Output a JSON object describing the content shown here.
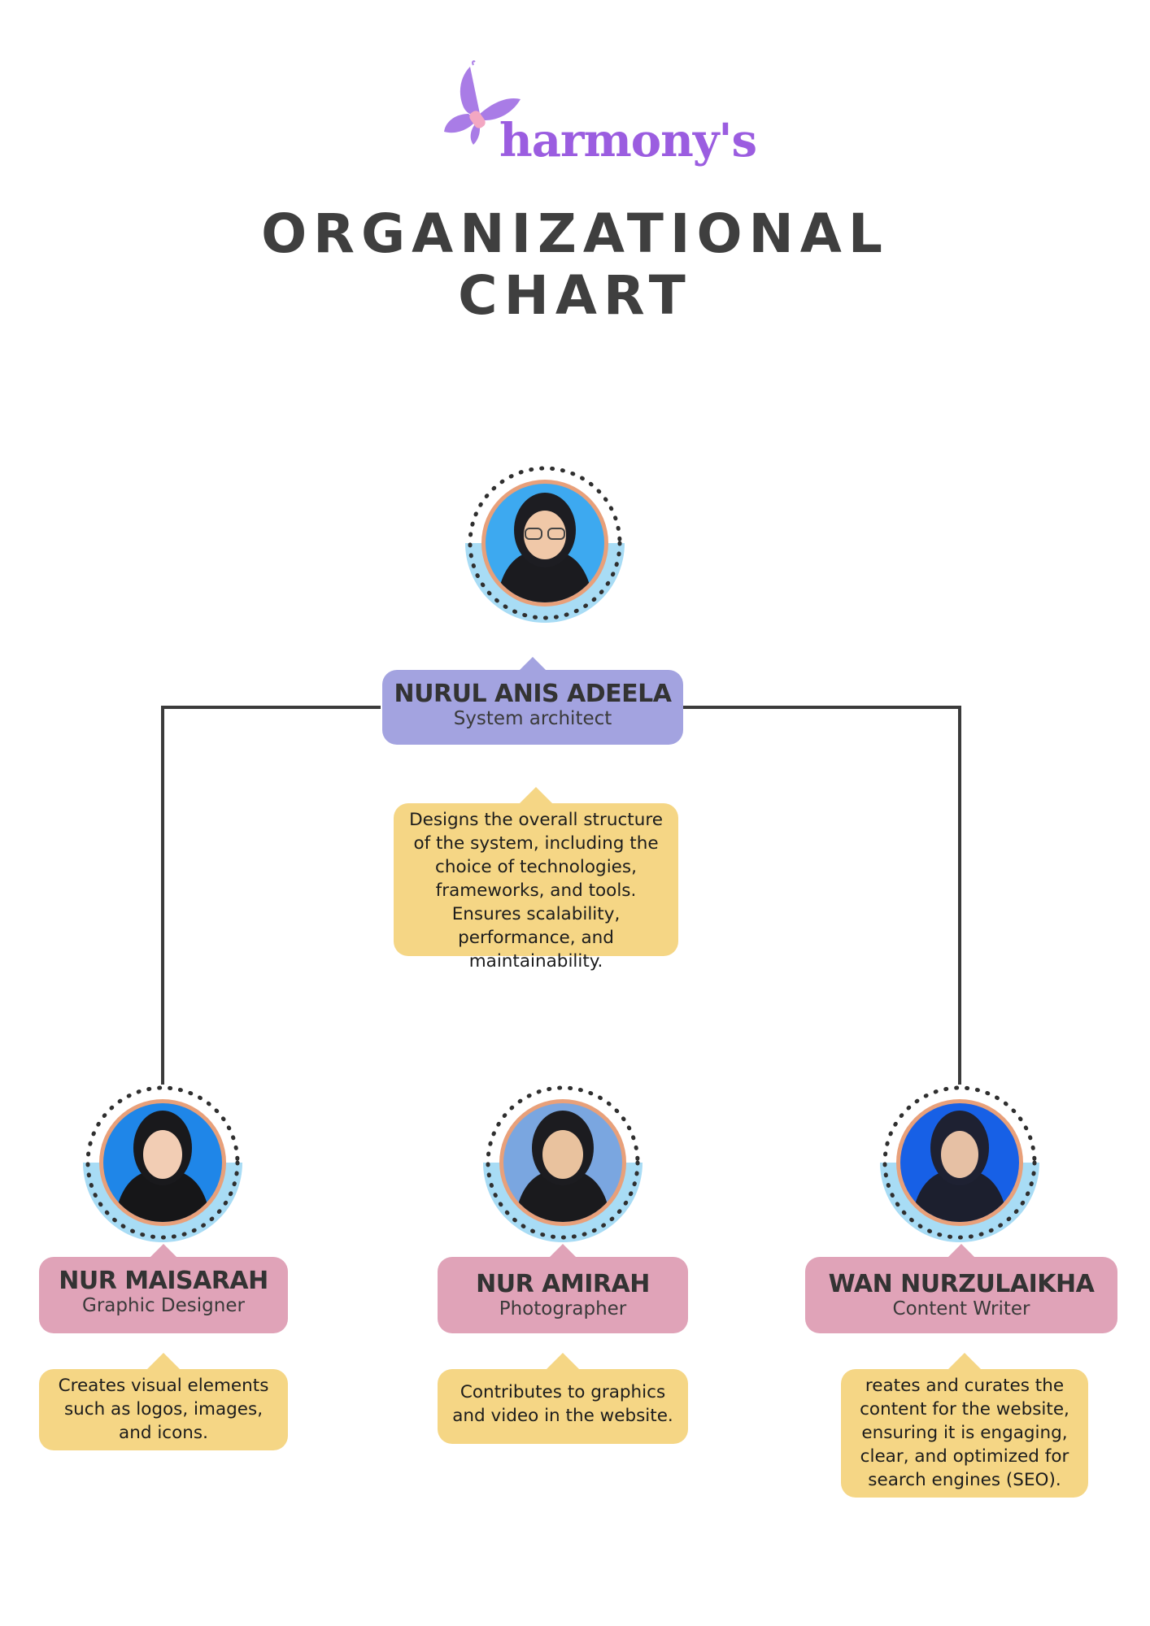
{
  "brand": {
    "name": "harmony's",
    "logo_icon": "butterfly-icon",
    "color": "#9b5de0"
  },
  "title": {
    "line1": "ORGANIZATIONAL",
    "line2": "CHART"
  },
  "colors": {
    "head_card": "#a3a3e0",
    "member_card": "#e0a3b8",
    "description": "#f5d685",
    "avatar_ring": "#e8a07a",
    "avatar_arc": "#a8dcf5",
    "connector": "#3b3b3b"
  },
  "head": {
    "name": "NURUL ANIS ADEELA",
    "role": "System architect",
    "description": "Designs the overall structure of the system, including the choice of technologies, frameworks, and tools. Ensures scalability, performance, and maintainability."
  },
  "members": [
    {
      "name": "NUR MAISARAH",
      "role": "Graphic Designer",
      "description": "Creates visual elements such as logos, images, and icons."
    },
    {
      "name": "NUR AMIRAH",
      "role": "Photographer",
      "description": "Contributes to graphics and video in the website."
    },
    {
      "name": "WAN NURZULAIKHA",
      "role": "Content Writer",
      "description": "reates and curates the content for the website, ensuring it is engaging, clear, and optimized for search engines (SEO)."
    }
  ]
}
